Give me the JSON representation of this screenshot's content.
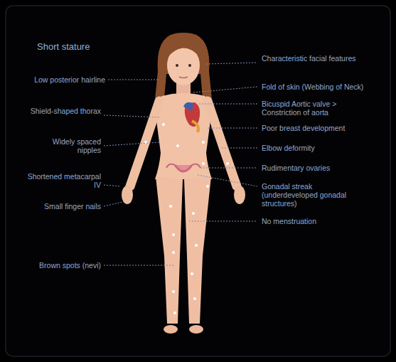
{
  "diagram": {
    "labels": [
      "Short stature",
      "Characteristic facial features",
      "Low posterior hairline",
      "Fold of skin (Webbing of Neck)",
      "Bicuspid Aortic valve > Constriction of aorta",
      "Shield-shaped thorax",
      "Poor breast development",
      "Widely spaced nipples",
      "Elbow deformity",
      "Rudimentary ovaries",
      "Shortened metacarpal IV",
      "Gonadal streak (underdeveloped gonadal structures)",
      "Small finger nails",
      "No menstruation",
      "Brown spots (nevi)"
    ]
  }
}
